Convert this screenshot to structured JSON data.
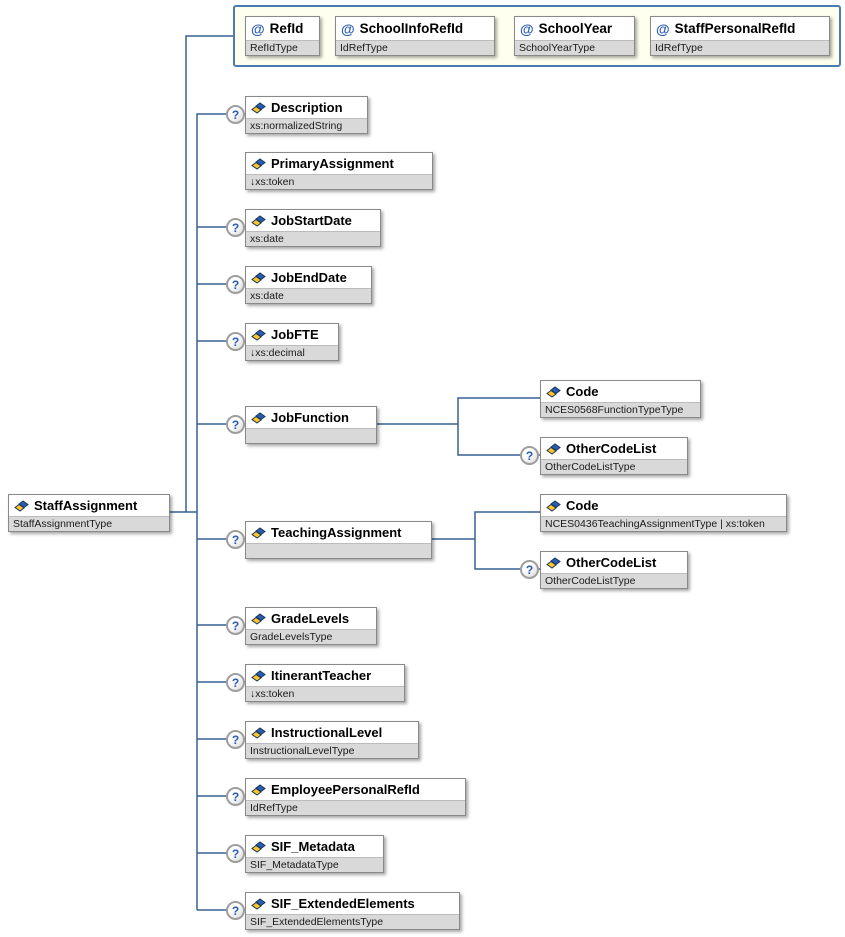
{
  "root": {
    "name": "StaffAssignment",
    "type": "StaffAssignmentType"
  },
  "attributes": [
    {
      "name": "RefId",
      "type": "RefIdType"
    },
    {
      "name": "SchoolInfoRefId",
      "type": "IdRefType"
    },
    {
      "name": "SchoolYear",
      "type": "SchoolYearType"
    },
    {
      "name": "StaffPersonalRefId",
      "type": "IdRefType"
    }
  ],
  "elements": [
    {
      "name": "Description",
      "type": "xs:normalizedString",
      "optional": true
    },
    {
      "name": "PrimaryAssignment",
      "type": "↓xs:token",
      "optional": false
    },
    {
      "name": "JobStartDate",
      "type": "xs:date",
      "optional": true
    },
    {
      "name": "JobEndDate",
      "type": "xs:date",
      "optional": true
    },
    {
      "name": "JobFTE",
      "type": "↓xs:decimal",
      "optional": true
    },
    {
      "name": "JobFunction",
      "type": "",
      "optional": true
    },
    {
      "name": "TeachingAssignment",
      "type": "",
      "optional": true
    },
    {
      "name": "GradeLevels",
      "type": "GradeLevelsType",
      "optional": true
    },
    {
      "name": "ItinerantTeacher",
      "type": "↓xs:token",
      "optional": true
    },
    {
      "name": "InstructionalLevel",
      "type": "InstructionalLevelType",
      "optional": true
    },
    {
      "name": "EmployeePersonalRefId",
      "type": "IdRefType",
      "optional": true
    },
    {
      "name": "SIF_Metadata",
      "type": "SIF_MetadataType",
      "optional": true
    },
    {
      "name": "SIF_ExtendedElements",
      "type": "SIF_ExtendedElementsType",
      "optional": true
    }
  ],
  "job_function_children": [
    {
      "name": "Code",
      "type": "NCES0568FunctionTypeType",
      "optional": false
    },
    {
      "name": "OtherCodeList",
      "type": "OtherCodeListType",
      "optional": true
    }
  ],
  "teaching_assignment_children": [
    {
      "name": "Code",
      "type": "NCES0436TeachingAssignmentType | xs:token",
      "optional": false
    },
    {
      "name": "OtherCodeList",
      "type": "OtherCodeListType",
      "optional": true
    }
  ],
  "glyphs": {
    "optional": "?",
    "attribute": "@"
  },
  "colors": {
    "connector": "#366092",
    "attr_container_bg": "#FFFFEF",
    "attr_container_border": "#4C7CAF",
    "type_row_bg": "#D9D9D9",
    "icon_blue": "#2A5DB0",
    "icon_yellow": "#FFC726"
  }
}
